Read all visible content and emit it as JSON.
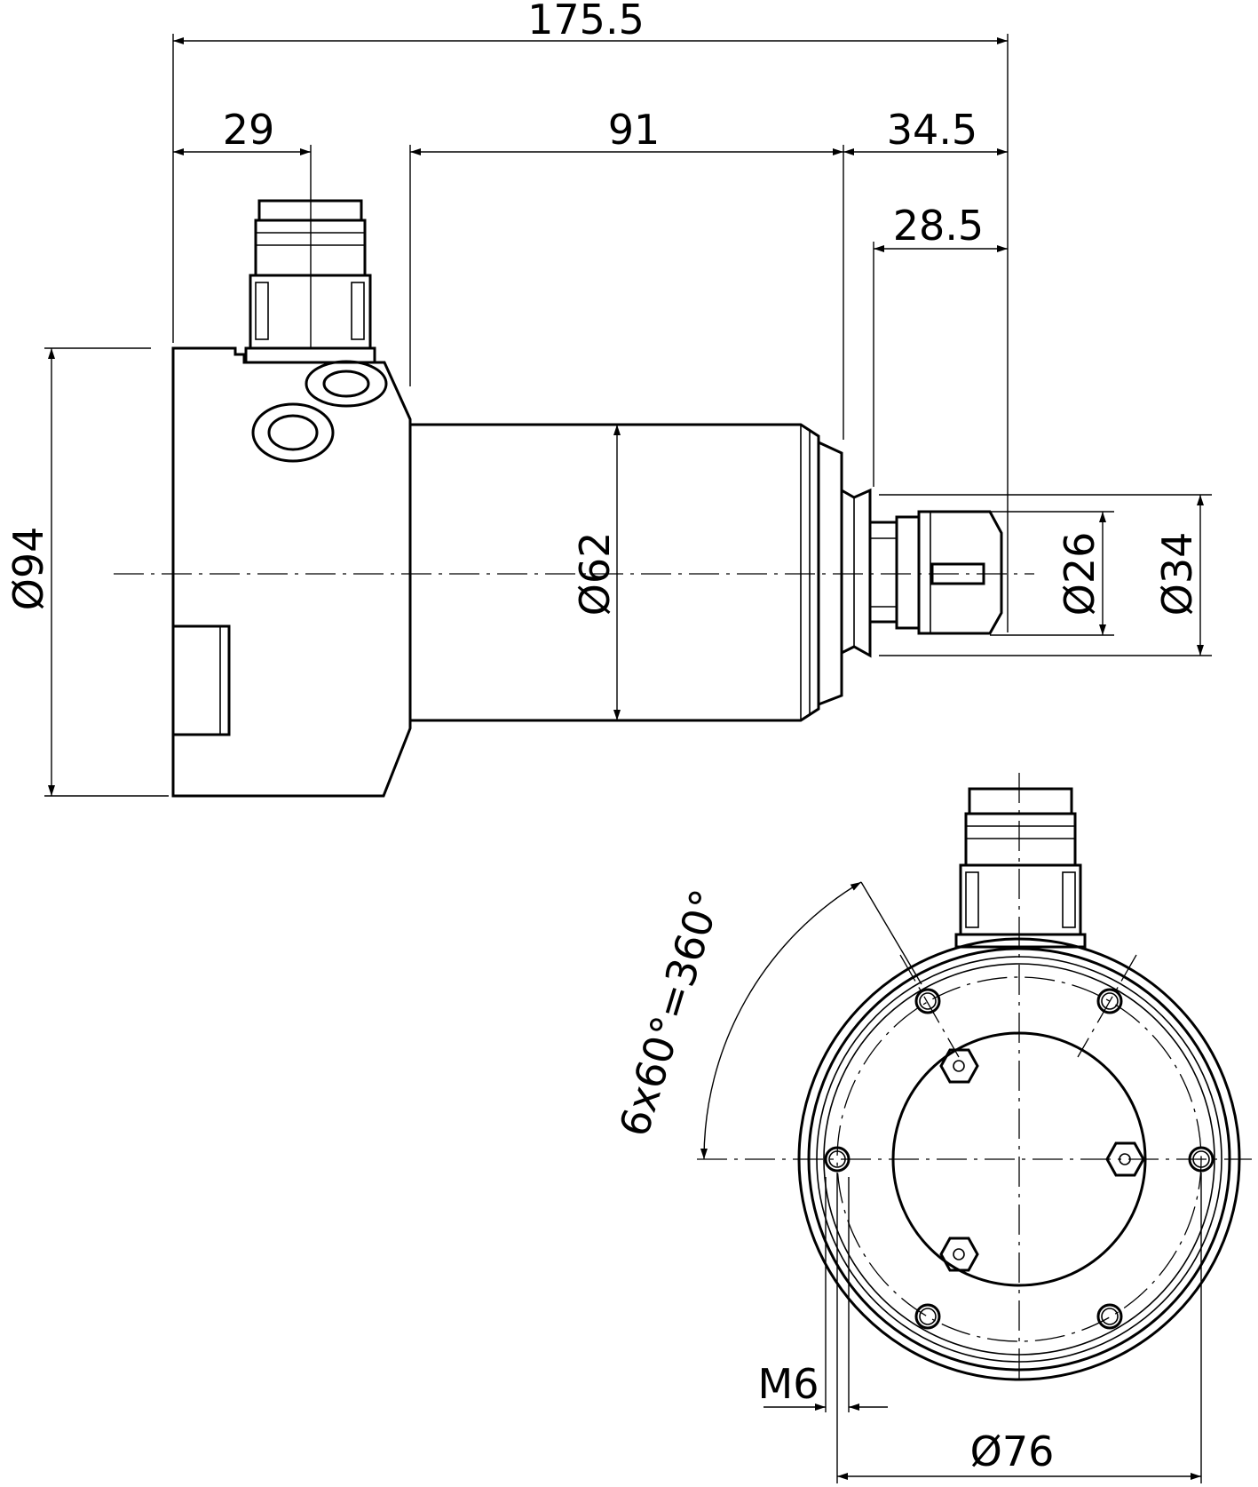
{
  "side_view": {
    "dims": {
      "overall_length": "175.5",
      "flange_length": "29",
      "body_length": "91",
      "shaft_length": "34.5",
      "nut_length": "28.5",
      "flange_diameter": "Ø94",
      "body_diameter": "Ø62",
      "nut_diameter": "Ø26",
      "collar_diameter": "Ø34"
    }
  },
  "front_view": {
    "dims": {
      "angle_spec": "6x60°=360°",
      "thread": "M6",
      "bolt_circle": "Ø76"
    }
  }
}
